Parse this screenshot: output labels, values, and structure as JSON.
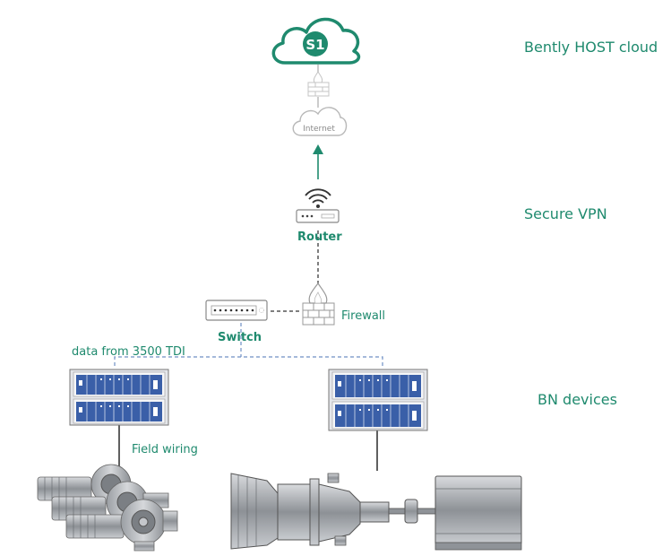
{
  "tiers": {
    "cloud": "Bently HOST cloud",
    "vpn": "Secure VPN",
    "devices": "BN devices"
  },
  "cloud_logo": "S1",
  "internet_label": "Internet",
  "router_label": "Router",
  "switch_label": "Switch",
  "firewall_label": "Firewall",
  "data_label": "data  from 3500 TDI",
  "field_wiring_label": "Field wiring",
  "colors": {
    "accent": "#1f8a6e",
    "dashed_link": "#6f8fc4",
    "equipment": "#8f9398",
    "rack_blue": "#3a5fa8"
  }
}
